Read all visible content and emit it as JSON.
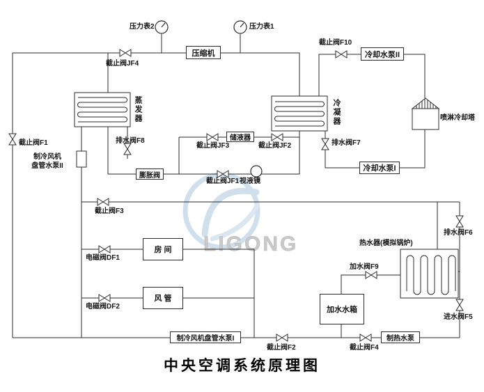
{
  "title": "中央空调系统原理图",
  "watermark": "LIGONG",
  "gauges": {
    "gauge2": "压力表2",
    "gauge1": "压力表1"
  },
  "equipment": {
    "compressor": "压缩机",
    "evaporator": "蒸发器",
    "condenser": "冷凝器",
    "cooling_tower": "喷淋冷却塔",
    "cooling_pump2": "冷却水泵II",
    "cooling_pump1": "冷却水泵I",
    "receiver": "储液器",
    "expansion_valve": "膨胀阀",
    "sight_glass": "视液镜",
    "fan_coil_pump2_l1": "制冷风机",
    "fan_coil_pump2_l2": "盘管水泵II",
    "room": "房 间",
    "air_duct": "风 管",
    "water_heater": "热水器(模拟锅炉)",
    "fill_tank": "加水水箱",
    "fan_coil_pump1": "制冷风机盘管水泵I",
    "heating_pump": "制热水泵"
  },
  "valves": {
    "jf4": "截止阀JF4",
    "f10": "截止阀F10",
    "f1": "截止阀F1",
    "f8": "排水阀F8",
    "jf3": "截止阀JF3",
    "jf2": "截止阀JF2",
    "f7": "排水阀F7",
    "jf1": "截止阀JF1",
    "f3": "截止阀F3",
    "f6": "排水阀F6",
    "df1": "电磁阀DF1",
    "f9": "加水阀F9",
    "df2": "电磁阀DF2",
    "f5": "进水阀F5",
    "f2": "截止阀F2",
    "f4": "截止阀F4"
  }
}
